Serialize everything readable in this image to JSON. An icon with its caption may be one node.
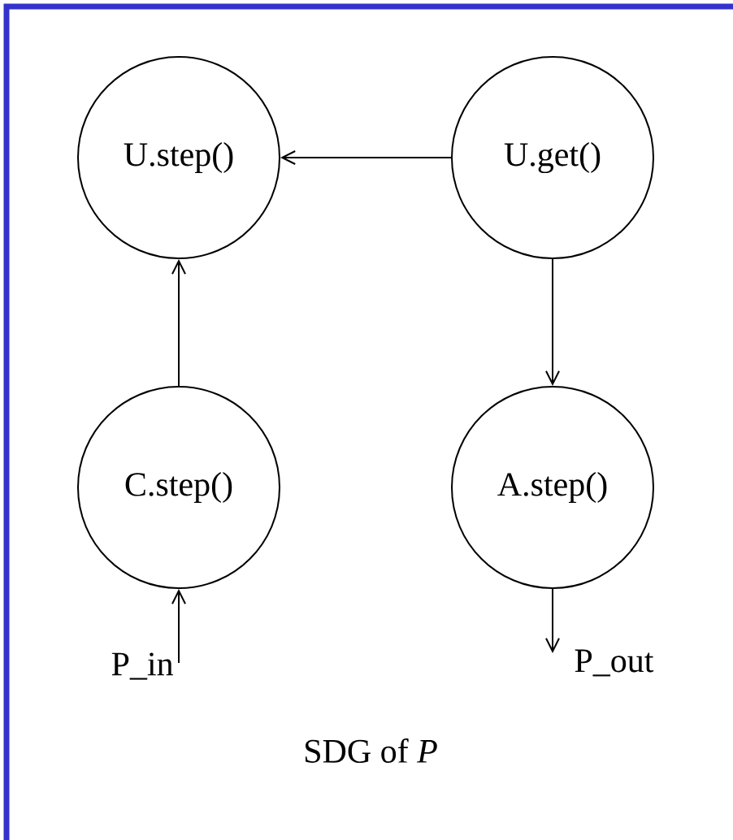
{
  "diagram": {
    "caption": "SDG of *P*",
    "nodes": [
      {
        "text": [
          "U.step()"
        ]
      },
      {
        "text": [
          "U.get()"
        ]
      },
      {
        "text": [
          "C.step()"
        ]
      },
      {
        "text": [
          "A.step()"
        ]
      },
      {
        "text": [
          "P_in"
        ]
      },
      {
        "text": [
          "P_out"
        ]
      }
    ],
    "edges": [
      {
        "from": 1,
        "to": 0,
        "arrow": "to"
      },
      {
        "from": 2,
        "to": 0,
        "arrow": "to"
      },
      {
        "from": 1,
        "to": 3,
        "arrow": "to"
      },
      {
        "from": 4,
        "to": 2,
        "arrow": "to"
      },
      {
        "from": 3,
        "to": 5,
        "arrow": "to"
      }
    ]
  }
}
